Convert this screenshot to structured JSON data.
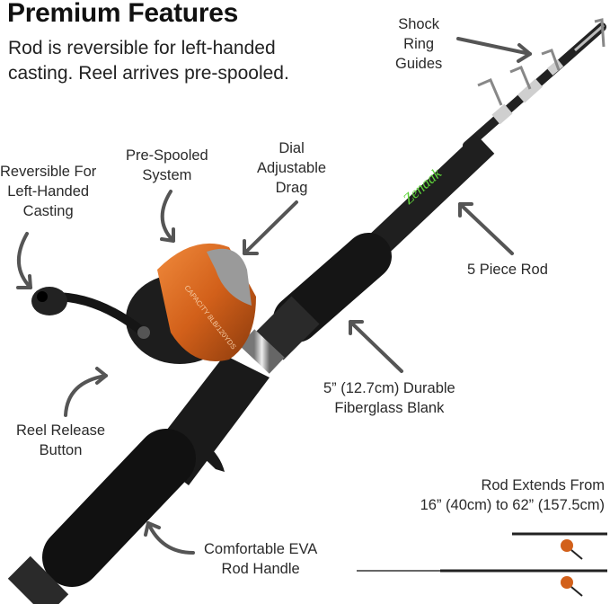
{
  "header": {
    "title": "Premium Features",
    "subtitle_line1": "Rod is reversible for left-handed",
    "subtitle_line2": "casting. Reel arrives pre-spooled."
  },
  "callouts": {
    "shock_ring": [
      "Shock",
      "Ring",
      "Guides"
    ],
    "pre_spooled": [
      "Pre-Spooled",
      "System"
    ],
    "dial_drag": [
      "Dial",
      "Adjustable",
      "Drag"
    ],
    "reversible": [
      "Reversible For",
      "Left-Handed",
      "Casting"
    ],
    "five_piece": [
      "5 Piece Rod"
    ],
    "fiberglass": [
      "5” (12.7cm) Durable",
      "Fiberglass Blank"
    ],
    "reel_release": [
      "Reel Release",
      "Button"
    ],
    "eva_handle": [
      "Comfortable EVA",
      "Rod Handle"
    ],
    "extends": [
      "Rod Extends From",
      "16” (40cm) to 62” (157.5cm)"
    ]
  },
  "product": {
    "brand_text": "Zenaak",
    "reel_text": "CAPACITY 8LB/120YDS"
  },
  "colors": {
    "reel_orange": "#d2601a",
    "brand_green": "#5fd33a",
    "arrow_gray": "#555555",
    "rod_black": "#1c1c1c"
  },
  "icons": {
    "arrow": "curved-arrow-icon"
  }
}
